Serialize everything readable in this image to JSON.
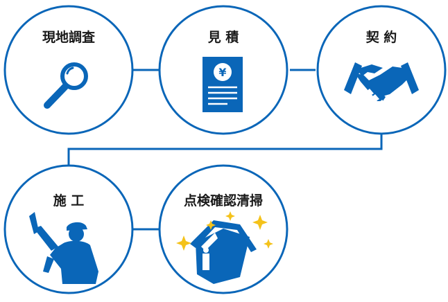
{
  "flow": {
    "accent_color": "#0a66b8",
    "circle_fill": "#ffffff",
    "sparkle_color": "#f4c21a",
    "steps": [
      {
        "label": "現地調査",
        "icon": "magnifier-icon"
      },
      {
        "label": "見 積",
        "icon": "estimate-document-icon",
        "glyph": "¥"
      },
      {
        "label": "契 約",
        "icon": "handshake-icon"
      },
      {
        "label": "施 工",
        "icon": "worker-icon"
      },
      {
        "label": "点検確認清掃",
        "icon": "clean-house-icon"
      }
    ]
  }
}
